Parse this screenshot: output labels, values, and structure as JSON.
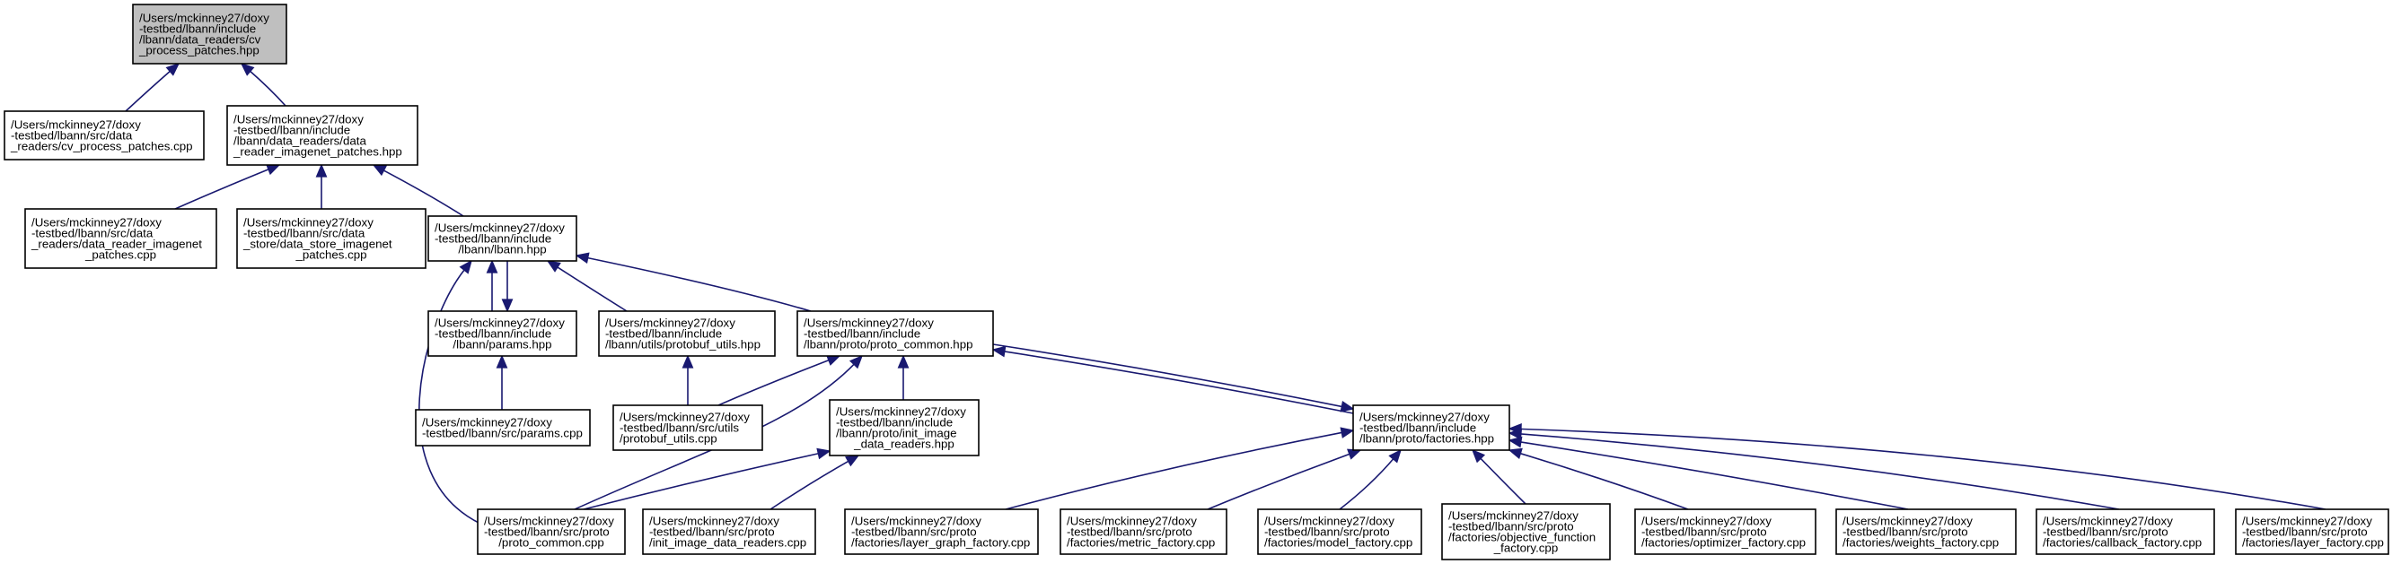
{
  "graph": {
    "style": {
      "edge_color": "#191970",
      "focus_fill": "#bfbfbf",
      "node_fill": "#ffffff",
      "node_border": "#000000"
    },
    "nodes": [
      {
        "id": "cv_process_patches_hpp",
        "focus": true,
        "lines": [
          "/Users/mckinney27/doxy",
          "-testbed/lbann/include",
          "/lbann/data_readers/cv",
          "_process_patches.hpp"
        ]
      },
      {
        "id": "cv_process_patches_cpp",
        "lines": [
          "/Users/mckinney27/doxy",
          "-testbed/lbann/src/data",
          "_readers/cv_process_patches.cpp"
        ]
      },
      {
        "id": "data_reader_imagenet_patches_hpp",
        "lines": [
          "/Users/mckinney27/doxy",
          "-testbed/lbann/include",
          "/lbann/data_readers/data",
          "_reader_imagenet_patches.hpp"
        ]
      },
      {
        "id": "data_reader_imagenet_patches_cpp",
        "lines": [
          "/Users/mckinney27/doxy",
          "-testbed/lbann/src/data",
          "_readers/data_reader_imagenet",
          "_patches.cpp"
        ]
      },
      {
        "id": "data_store_imagenet_patches_cpp",
        "lines": [
          "/Users/mckinney27/doxy",
          "-testbed/lbann/src/data",
          "_store/data_store_imagenet",
          "_patches.cpp"
        ]
      },
      {
        "id": "lbann_hpp",
        "lines": [
          "/Users/mckinney27/doxy",
          "-testbed/lbann/include",
          "/lbann/lbann.hpp"
        ]
      },
      {
        "id": "params_hpp",
        "lines": [
          "/Users/mckinney27/doxy",
          "-testbed/lbann/include",
          "/lbann/params.hpp"
        ]
      },
      {
        "id": "protobuf_utils_hpp",
        "lines": [
          "/Users/mckinney27/doxy",
          "-testbed/lbann/include",
          "/lbann/utils/protobuf_utils.hpp"
        ]
      },
      {
        "id": "proto_common_hpp",
        "lines": [
          "/Users/mckinney27/doxy",
          "-testbed/lbann/include",
          "/lbann/proto/proto_common.hpp"
        ]
      },
      {
        "id": "params_cpp",
        "lines": [
          "/Users/mckinney27/doxy",
          "-testbed/lbann/src/params.cpp"
        ]
      },
      {
        "id": "protobuf_utils_cpp",
        "lines": [
          "/Users/mckinney27/doxy",
          "-testbed/lbann/src/utils",
          "/protobuf_utils.cpp"
        ]
      },
      {
        "id": "init_image_data_readers_hpp",
        "lines": [
          "/Users/mckinney27/doxy",
          "-testbed/lbann/include",
          "/lbann/proto/init_image",
          "_data_readers.hpp"
        ]
      },
      {
        "id": "factories_hpp",
        "lines": [
          "/Users/mckinney27/doxy",
          "-testbed/lbann/include",
          "/lbann/proto/factories.hpp"
        ]
      },
      {
        "id": "proto_common_cpp",
        "lines": [
          "/Users/mckinney27/doxy",
          "-testbed/lbann/src/proto",
          "/proto_common.cpp"
        ]
      },
      {
        "id": "init_image_data_readers_cpp",
        "lines": [
          "/Users/mckinney27/doxy",
          "-testbed/lbann/src/proto",
          "/init_image_data_readers.cpp"
        ]
      },
      {
        "id": "layer_graph_factory_cpp",
        "lines": [
          "/Users/mckinney27/doxy",
          "-testbed/lbann/src/proto",
          "/factories/layer_graph_factory.cpp"
        ]
      },
      {
        "id": "metric_factory_cpp",
        "lines": [
          "/Users/mckinney27/doxy",
          "-testbed/lbann/src/proto",
          "/factories/metric_factory.cpp"
        ]
      },
      {
        "id": "model_factory_cpp",
        "lines": [
          "/Users/mckinney27/doxy",
          "-testbed/lbann/src/proto",
          "/factories/model_factory.cpp"
        ]
      },
      {
        "id": "objective_function_factory_cpp",
        "lines": [
          "/Users/mckinney27/doxy",
          "-testbed/lbann/src/proto",
          "/factories/objective_function",
          "_factory.cpp"
        ]
      },
      {
        "id": "optimizer_factory_cpp",
        "lines": [
          "/Users/mckinney27/doxy",
          "-testbed/lbann/src/proto",
          "/factories/optimizer_factory.cpp"
        ]
      },
      {
        "id": "weights_factory_cpp",
        "lines": [
          "/Users/mckinney27/doxy",
          "-testbed/lbann/src/proto",
          "/factories/weights_factory.cpp"
        ]
      },
      {
        "id": "callback_factory_cpp",
        "lines": [
          "/Users/mckinney27/doxy",
          "-testbed/lbann/src/proto",
          "/factories/callback_factory.cpp"
        ]
      },
      {
        "id": "layer_factory_cpp",
        "lines": [
          "/Users/mckinney27/doxy",
          "-testbed/lbann/src/proto",
          "/factories/layer_factory.cpp"
        ]
      }
    ],
    "edges": [
      {
        "from": "cv_process_patches_cpp",
        "to": "cv_process_patches_hpp"
      },
      {
        "from": "data_reader_imagenet_patches_hpp",
        "to": "cv_process_patches_hpp"
      },
      {
        "from": "data_reader_imagenet_patches_cpp",
        "to": "data_reader_imagenet_patches_hpp"
      },
      {
        "from": "data_store_imagenet_patches_cpp",
        "to": "data_reader_imagenet_patches_hpp"
      },
      {
        "from": "lbann_hpp",
        "to": "data_reader_imagenet_patches_hpp"
      },
      {
        "from": "params_hpp",
        "to": "lbann_hpp"
      },
      {
        "from": "lbann_hpp",
        "to": "params_hpp"
      },
      {
        "from": "protobuf_utils_hpp",
        "to": "lbann_hpp"
      },
      {
        "from": "proto_common_hpp",
        "to": "lbann_hpp"
      },
      {
        "from": "proto_common_cpp",
        "to": "lbann_hpp"
      },
      {
        "from": "params_cpp",
        "to": "params_hpp"
      },
      {
        "from": "protobuf_utils_cpp",
        "to": "protobuf_utils_hpp"
      },
      {
        "from": "protobuf_utils_cpp",
        "to": "proto_common_hpp"
      },
      {
        "from": "init_image_data_readers_hpp",
        "to": "proto_common_hpp"
      },
      {
        "from": "proto_common_cpp",
        "to": "proto_common_hpp"
      },
      {
        "from": "factories_hpp",
        "to": "proto_common_hpp"
      },
      {
        "from": "proto_common_hpp",
        "to": "factories_hpp"
      },
      {
        "from": "proto_common_cpp",
        "to": "init_image_data_readers_hpp"
      },
      {
        "from": "init_image_data_readers_cpp",
        "to": "init_image_data_readers_hpp"
      },
      {
        "from": "layer_graph_factory_cpp",
        "to": "factories_hpp"
      },
      {
        "from": "metric_factory_cpp",
        "to": "factories_hpp"
      },
      {
        "from": "model_factory_cpp",
        "to": "factories_hpp"
      },
      {
        "from": "objective_function_factory_cpp",
        "to": "factories_hpp"
      },
      {
        "from": "optimizer_factory_cpp",
        "to": "factories_hpp"
      },
      {
        "from": "weights_factory_cpp",
        "to": "factories_hpp"
      },
      {
        "from": "callback_factory_cpp",
        "to": "factories_hpp"
      },
      {
        "from": "layer_factory_cpp",
        "to": "factories_hpp"
      }
    ]
  }
}
